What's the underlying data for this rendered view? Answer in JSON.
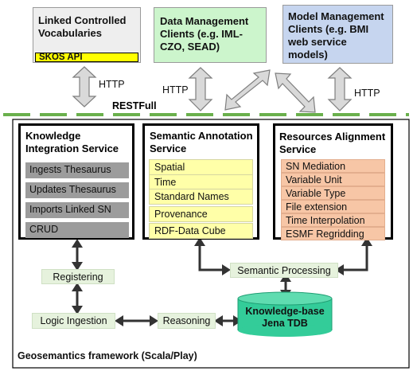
{
  "clients": {
    "vocab": {
      "title": "Linked Controlled Vocabularies",
      "api": "SKOS API"
    },
    "data": {
      "title": "Data Management Clients (e.g. IML-CZO, SEAD)"
    },
    "model": {
      "title": "Model Management Clients (e.g. BMI web service models)"
    }
  },
  "protocol": {
    "http": "HTTP",
    "rest": "RESTFull"
  },
  "services": {
    "knowledge": {
      "title": "Knowledge Integration Service",
      "items": [
        "Ingests Thesaurus",
        "Updates Thesaurus",
        "Imports Linked SN",
        "CRUD"
      ]
    },
    "semantic": {
      "title": "Semantic Annotation Service",
      "items": [
        "Spatial",
        "Time",
        "Standard Names",
        "Provenance",
        "RDF-Data Cube"
      ]
    },
    "resources": {
      "title": "Resources Alignment Service",
      "items": [
        "SN Mediation",
        "Variable Unit",
        "Variable Type",
        "File extension",
        "Time Interpolation",
        "ESMF Regridding"
      ]
    }
  },
  "processes": {
    "registering": "Registering",
    "logic_ingestion": "Logic Ingestion",
    "reasoning": "Reasoning",
    "semantic_processing": "Semantic Processing"
  },
  "knowledge_base": {
    "line1": "Knowledge-base",
    "line2": "Jena TDB"
  },
  "framework": {
    "label": "Geosemantics framework (Scala/Play)"
  },
  "colors": {
    "vocab_fill": "#eeeeee",
    "api_fill": "#ffff00",
    "data_fill": "#ccf5cc",
    "model_fill": "#c6d5ef",
    "rest_line": "#6ab04c",
    "kb_fill": "#33cc99"
  }
}
